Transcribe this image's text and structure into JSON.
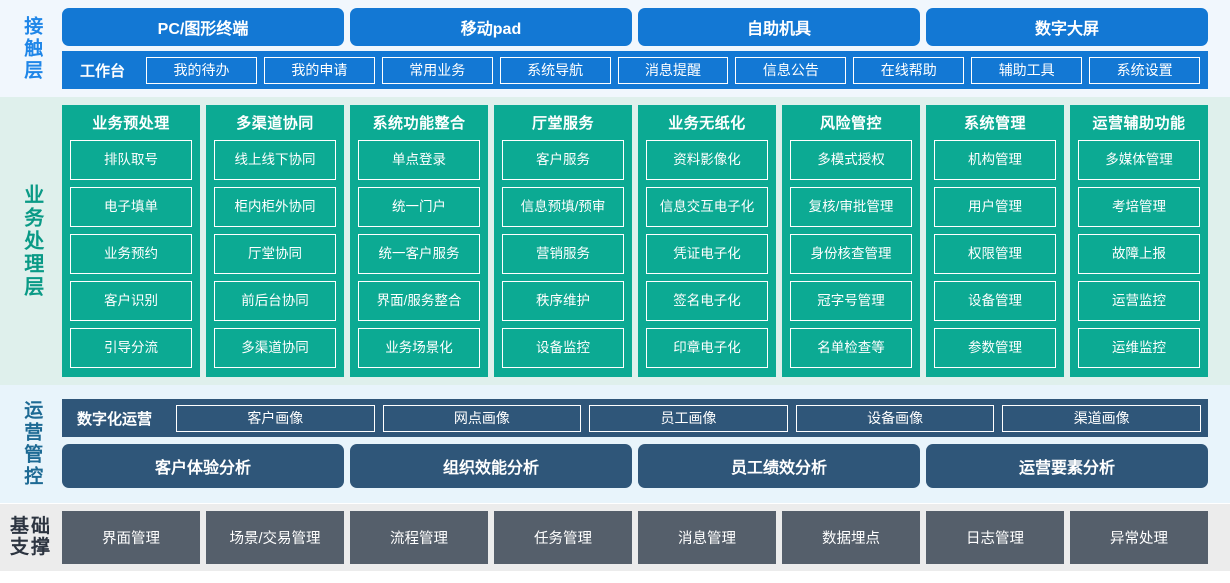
{
  "layers": [
    {
      "id": "contact",
      "label": "接触层",
      "channels": [
        "PC/图形终端",
        "移动pad",
        "自助机具",
        "数字大屏"
      ],
      "workbench_title": "工作台",
      "workbench_items": [
        "我的待办",
        "我的申请",
        "常用业务",
        "系统导航",
        "消息提醒",
        "信息公告",
        "在线帮助",
        "辅助工具",
        "系统设置"
      ]
    },
    {
      "id": "business",
      "label": "业务处理层",
      "columns": [
        {
          "title": "业务预处理",
          "items": [
            "排队取号",
            "电子填单",
            "业务预约",
            "客户识别",
            "引导分流"
          ]
        },
        {
          "title": "多渠道协同",
          "items": [
            "线上线下协同",
            "柜内柜外协同",
            "厅堂协同",
            "前后台协同",
            "多渠道协同"
          ]
        },
        {
          "title": "系统功能整合",
          "items": [
            "单点登录",
            "统一门户",
            "统一客户服务",
            "界面/服务整合",
            "业务场景化"
          ]
        },
        {
          "title": "厅堂服务",
          "items": [
            "客户服务",
            "信息预填/预审",
            "营销服务",
            "秩序维护",
            "设备监控"
          ]
        },
        {
          "title": "业务无纸化",
          "items": [
            "资料影像化",
            "信息交互电子化",
            "凭证电子化",
            "签名电子化",
            "印章电子化"
          ]
        },
        {
          "title": "风险管控",
          "items": [
            "多模式授权",
            "复核/审批管理",
            "身份核查管理",
            "冠字号管理",
            "名单检查等"
          ]
        },
        {
          "title": "系统管理",
          "items": [
            "机构管理",
            "用户管理",
            "权限管理",
            "设备管理",
            "参数管理"
          ]
        },
        {
          "title": "运营辅助功能",
          "items": [
            "多媒体管理",
            "考培管理",
            "故障上报",
            "运营监控",
            "运维监控"
          ]
        }
      ]
    },
    {
      "id": "ops",
      "label": "运营管控",
      "portrait_title": "数字化运营",
      "portrait_items": [
        "客户画像",
        "网点画像",
        "员工画像",
        "设备画像",
        "渠道画像"
      ],
      "analysis_items": [
        "客户体验分析",
        "组织效能分析",
        "员工绩效分析",
        "运营要素分析"
      ]
    },
    {
      "id": "base",
      "label_line1": "基础",
      "label_line2": "支撑",
      "items": [
        "界面管理",
        "场景/交易管理",
        "流程管理",
        "任务管理",
        "消息管理",
        "数据埋点",
        "日志管理",
        "异常处理"
      ]
    }
  ],
  "colors": {
    "contact_bg": "#f1f7fd",
    "contact_accent": "#1378d4",
    "contact_label": "#1f86e8",
    "business_bg": "#dff0ec",
    "business_accent": "#0caa93",
    "business_label": "#0a9a86",
    "ops_bg": "#e8f4fb",
    "ops_accent": "#2f5679",
    "ops_label": "#1d6a94",
    "base_bg": "#ececec",
    "base_accent": "#555f6b",
    "base_label": "#2c3440"
  }
}
